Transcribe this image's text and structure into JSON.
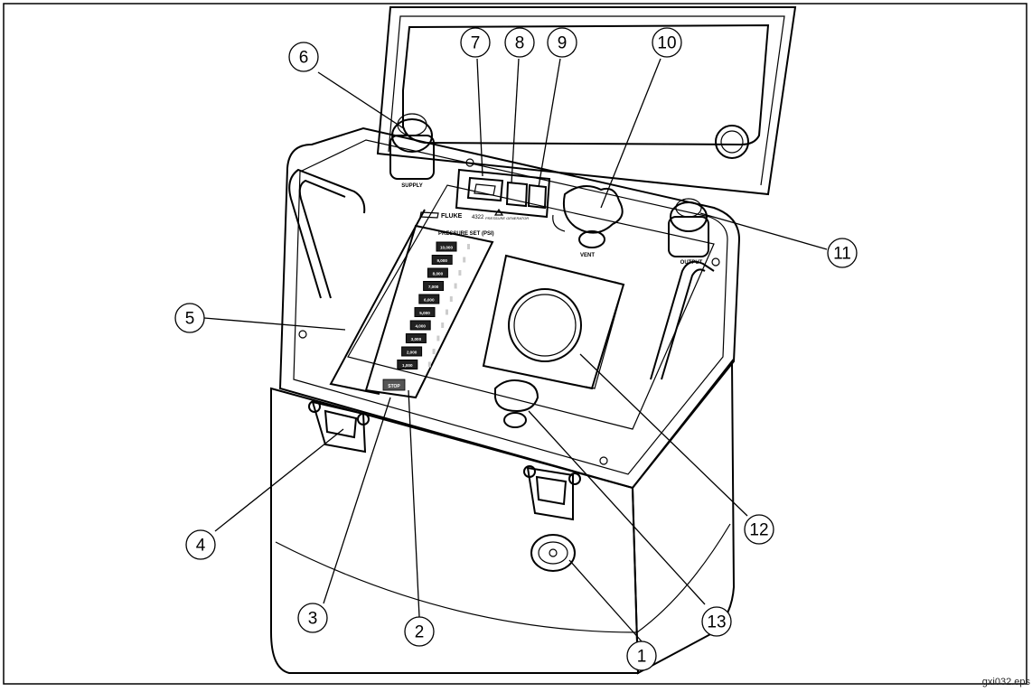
{
  "diagram": {
    "file_id": "gxi032.eps",
    "device": {
      "brand": "FLUKE",
      "model": "4322",
      "subtitle": "PRESSURE GENERATOR",
      "panel_title": "PRESSURE SET (PSI)",
      "pressure_buttons": [
        "10,000",
        "9,000",
        "8,000",
        "7,000",
        "6,000",
        "5,000",
        "4,000",
        "3,000",
        "2,000",
        "1,000"
      ],
      "stop_label": "STOP",
      "supply_label": "SUPPLY",
      "vent_label": "VENT",
      "output_label": "OUTPUT"
    },
    "callouts": [
      {
        "id": "1",
        "label": "1"
      },
      {
        "id": "2",
        "label": "2"
      },
      {
        "id": "3",
        "label": "3"
      },
      {
        "id": "4",
        "label": "4"
      },
      {
        "id": "5",
        "label": "5"
      },
      {
        "id": "6",
        "label": "6"
      },
      {
        "id": "7",
        "label": "7"
      },
      {
        "id": "8",
        "label": "8"
      },
      {
        "id": "9",
        "label": "9"
      },
      {
        "id": "10",
        "label": "10"
      },
      {
        "id": "11",
        "label": "11"
      },
      {
        "id": "12",
        "label": "12"
      },
      {
        "id": "13",
        "label": "13"
      }
    ]
  }
}
